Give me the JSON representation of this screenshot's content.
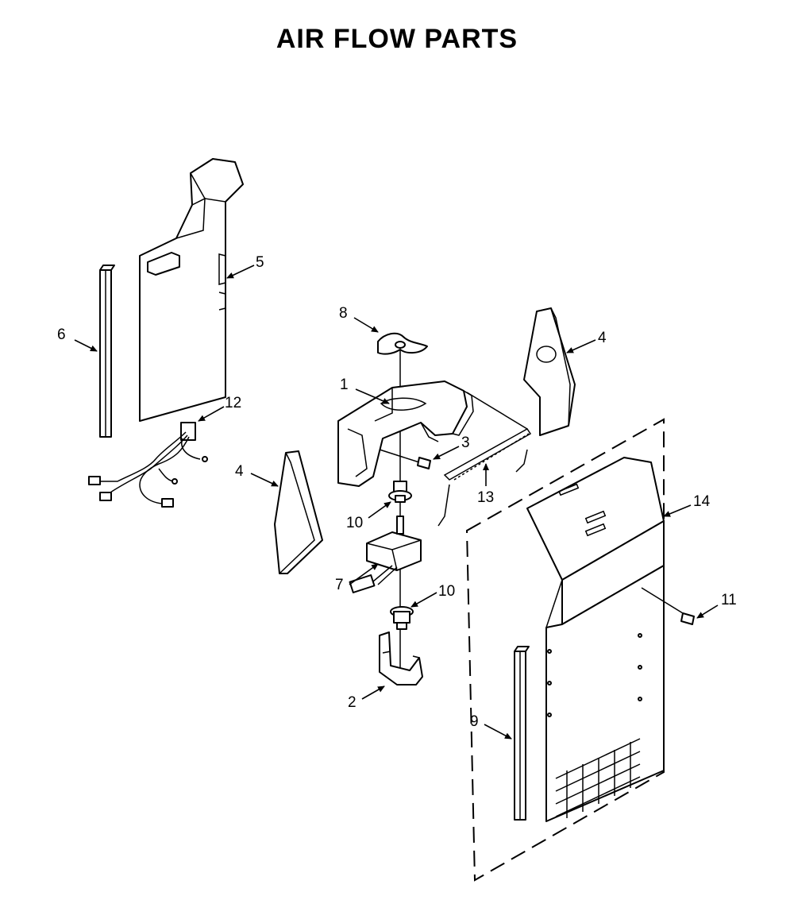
{
  "title": "AIR FLOW PARTS",
  "callouts": {
    "c1": "1",
    "c2": "2",
    "c3": "3",
    "c4a": "4",
    "c4b": "4",
    "c5": "5",
    "c6": "6",
    "c7": "7",
    "c8": "8",
    "c9": "9",
    "c10a": "10",
    "c10b": "10",
    "c11": "11",
    "c12": "12",
    "c13": "13",
    "c14": "14"
  }
}
